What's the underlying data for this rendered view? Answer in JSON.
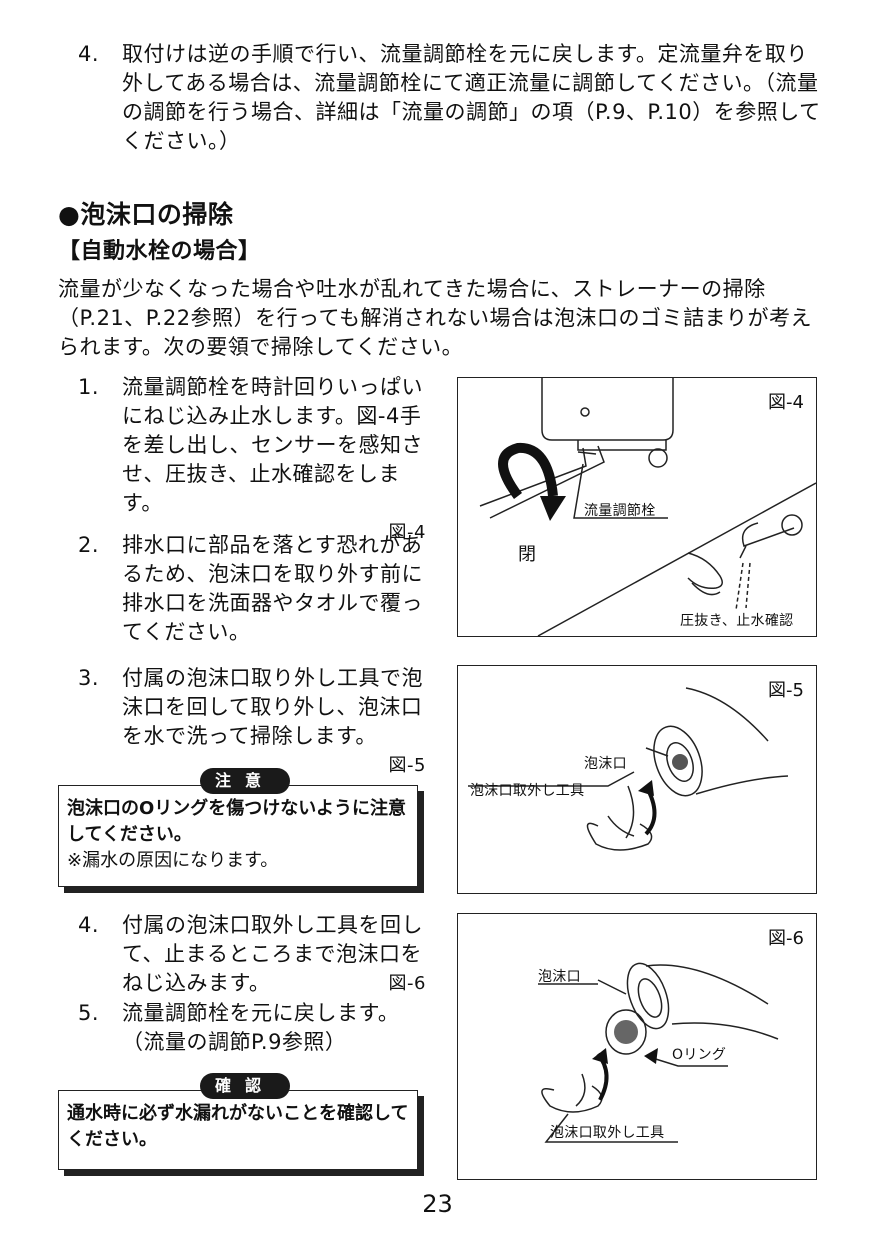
{
  "intro_step": {
    "num": "4.",
    "text": "取付けは逆の手順で行い、流量調節栓を元に戻します。定流量弁を取り外してある場合は、流量調節栓にて適正流量に調節してください。（流量の調節を行う場合、詳細は「流量の調節」の項（P.9、P.10）を参照してください。）"
  },
  "section_title": "●泡沫口の掃除",
  "subsection_title": "【自動水栓の場合】",
  "intro_paragraph": "流量が少なくなった場合や吐水が乱れてきた場合に、ストレーナーの掃除（P.21、P.22参照）を行っても解消されない場合は泡沫口のゴミ詰まりが考えられます。次の要領で掃除してください。",
  "steps": [
    {
      "num": "1.",
      "text": "流量調節栓を時計回りいっぱいにねじ込み止水します。図-4手を差し出し、センサーを感知させ、圧抜き、止水確認をします。",
      "ref": "図-4"
    },
    {
      "num": "2.",
      "text": "排水口に部品を落とす恐れがあるため、泡沫口を取り外す前に排水口を洗面器やタオルで覆ってください。",
      "ref": ""
    },
    {
      "num": "3.",
      "text": "付属の泡沫口取り外し工具で泡沫口を回して取り外し、泡沫口を水で洗って掃除します。",
      "ref": "図-5"
    },
    {
      "num": "4.",
      "text": "付属の泡沫口取外し工具を回して、止まるところまで泡沫口をねじ込みます。",
      "ref": "図-6"
    },
    {
      "num": "5.",
      "text": "流量調節栓を元に戻します。（流量の調節P.9参照）",
      "ref": ""
    }
  ],
  "caution": {
    "label": "注意",
    "bold_text": "泡沫口のOリングを傷つけないように注意してください。",
    "note": "※漏水の原因になります。"
  },
  "confirm": {
    "label": "確認",
    "bold_text": "通水時に必ず水漏れがないことを確認してください。"
  },
  "fig4": {
    "title": "図-4",
    "valve_label": "流量調節栓",
    "close_label": "閉",
    "check_label": "圧抜き、止水確認"
  },
  "fig5": {
    "title": "図-5",
    "aerator_label": "泡沫口",
    "tool_label": "泡沫口取外し工具"
  },
  "fig6": {
    "title": "図-6",
    "aerator_label": "泡沫口",
    "oring_label": "Oリング",
    "tool_label": "泡沫口取外し工具"
  },
  "page_number": "23"
}
